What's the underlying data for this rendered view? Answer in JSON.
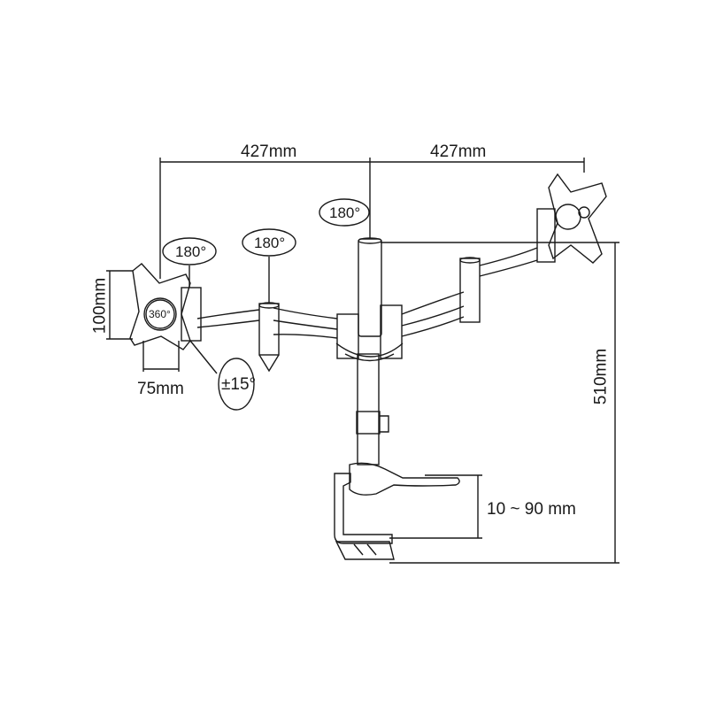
{
  "dimensions": {
    "left_reach": "427mm",
    "right_reach": "427mm",
    "vesa_height": "100mm",
    "vesa_width": "75mm",
    "pole_height": "510mm",
    "clamp_range": "10 ~ 90 mm"
  },
  "rotations": {
    "pole_rotation": "180°",
    "arm_joint_rotation": "180°",
    "head_swivel": "180°",
    "plate_rotation": "360°",
    "tilt": "±15°"
  },
  "colors": {
    "line": "#1a1a1a",
    "background": "#ffffff"
  }
}
